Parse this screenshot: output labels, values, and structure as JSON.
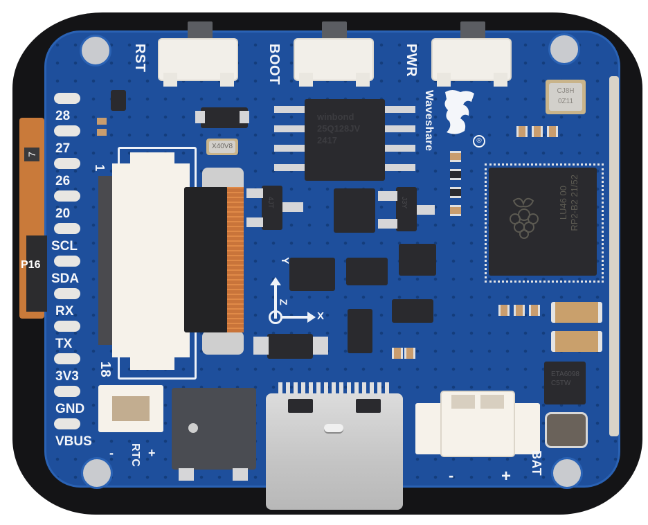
{
  "board": {
    "brand": "Waveshare",
    "registered_mark": "®",
    "colors": {
      "pcb": "#1e4f9c",
      "bezel": "#141416",
      "silkscreen": "#f4f6fa",
      "chip": "#2a2a2e",
      "connector": "#f6f2ea",
      "flex_ribbon": "#c9743a"
    }
  },
  "buttons": [
    {
      "label": "RST"
    },
    {
      "label": "BOOT"
    },
    {
      "label": "PWR"
    }
  ],
  "pin_header": {
    "pins": [
      "28",
      "27",
      "26",
      "20",
      "SCL",
      "SDA",
      "RX",
      "TX",
      "3V3",
      "GND",
      "VBUS"
    ]
  },
  "connectors": {
    "fpc_left_pin1": "1",
    "fpc_left_pin18": "18",
    "rtc": {
      "label": "RTC",
      "minus": "-",
      "plus": "+"
    },
    "battery": {
      "label": "BAT",
      "minus": "-",
      "plus": "+"
    }
  },
  "imu_axes": {
    "x": "X",
    "y": "Y",
    "z": "Z"
  },
  "chips": {
    "mcu_marking_line1": "RP2-B2  21/52",
    "mcu_marking_line2": "LU46 00",
    "flash_marking_line1": "winbond",
    "flash_marking_line2": "25Q128JV",
    "flash_marking_line3": "2417",
    "crystal_small": "X40V8",
    "crystal_top_right_line1": "CJ8H",
    "crystal_top_right_line2": "0Z11",
    "charger_marking_line1": "ETA6098",
    "charger_marking_line2": "C5TW",
    "ldo_marking_a": "4JT",
    "ldo_marking_b": "J3Y"
  },
  "display_flex": {
    "label_a": "7",
    "label_b": "P16"
  }
}
